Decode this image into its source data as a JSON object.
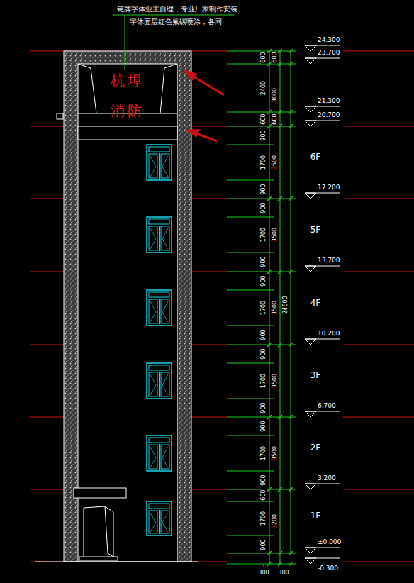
{
  "diagram": {
    "nodes": [
      {
        "text": [
          "杭埠",
          "消防"
        ]
      }
    ],
    "labels": [
      "铭牌字体业主自理，专业厂家制作安装",
      "字体面层红色氟碳喷涂，各同",
      "24.300",
      "23.700",
      "21.300",
      "20.700",
      "17.200",
      "13.700",
      "10.200",
      "6.700",
      "3.200",
      "±0.000",
      "-0.300",
      "6F",
      "5F",
      "4F",
      "3F",
      "2F",
      "1F",
      "600",
      "2400",
      "600",
      "900",
      "1700",
      "900",
      "900",
      "1700",
      "900",
      "900",
      "1700",
      "900",
      "900",
      "1700",
      "900",
      "900",
      "1700",
      "900",
      "600",
      "1700",
      "900",
      "600",
      "3000",
      "600",
      "3500",
      "3500",
      "3500",
      "3500",
      "3500",
      "3200",
      "24600",
      "300",
      "300"
    ]
  }
}
